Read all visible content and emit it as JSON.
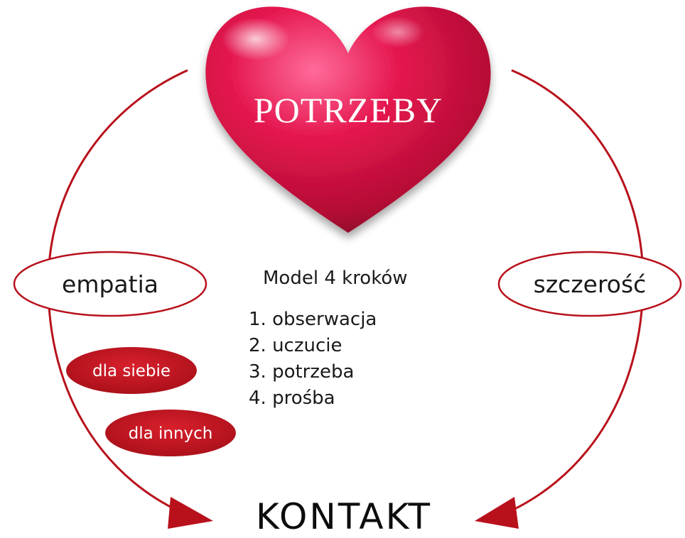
{
  "heart": {
    "title": "POTRZEBY",
    "color": "#c8103e"
  },
  "left_path": {
    "label": "empatia",
    "sub_items": [
      "dla siebie",
      "dla innych"
    ]
  },
  "right_path": {
    "label": "szczerość"
  },
  "model": {
    "title": "Model 4 kroków",
    "steps": [
      "1. obserwacja",
      "2. uczucie",
      "3. potrzeba",
      "4. prośba"
    ]
  },
  "target": {
    "label": "KONTAKT"
  },
  "colors": {
    "arrow": "#b8111c",
    "pill": "#c4141f",
    "oval_border": "#b8111c"
  }
}
